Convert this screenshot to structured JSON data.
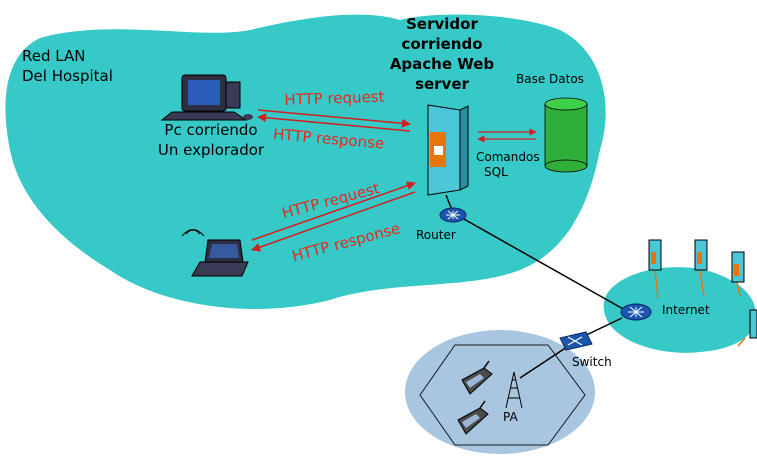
{
  "lan": {
    "title_line1": "Red LAN",
    "title_line2": "Del Hospital"
  },
  "server": {
    "title_line1": "Servidor",
    "title_line2": "corriendo",
    "title_line3": "Apache Web",
    "title_line4": "server"
  },
  "pc": {
    "label_line1": "Pc corriendo",
    "label_line2": "Un explorador"
  },
  "database": {
    "label": "Base Datos"
  },
  "sql": {
    "label_line1": "Comandos",
    "label_line2": "SQL"
  },
  "router": {
    "label": "Router"
  },
  "internet": {
    "label": "Internet"
  },
  "switch": {
    "label": "Switch"
  },
  "access_point": {
    "label": "PA"
  },
  "messages": {
    "pc_request": "HTTP request",
    "pc_response": "HTTP response",
    "laptop_request": "HTTP request",
    "laptop_response": "HTTP response"
  },
  "colors": {
    "lan_cloud": "#36c9c8",
    "internet_cloud": "#36c9c8",
    "arrow": "#d41f1f",
    "http_text": "#e8281c",
    "server_body": "#4ac6d6",
    "database": "#2fae3a",
    "router": "#1a56b0",
    "wireless_area": "#a9c6e0"
  }
}
